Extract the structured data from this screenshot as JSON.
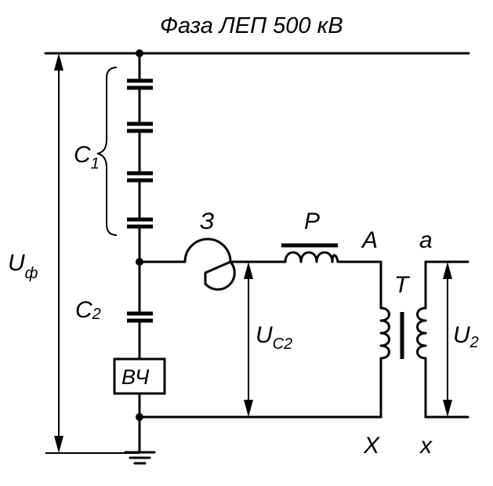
{
  "diagram": {
    "title": "Фаза ЛЕП 500 кВ",
    "labels": {
      "c1_main": "C",
      "c1_sub": "1",
      "c2": "C",
      "c2_sub": "2",
      "u_phase_main": "U",
      "u_phase_sub": "ф",
      "z": "З",
      "r": "Р",
      "a_upper": "A",
      "a_lower": "a",
      "t": "T",
      "uc2_main": "U",
      "uc2_sub": "C2",
      "u2_main": "U",
      "u2_sub": "2",
      "x_upper": "X",
      "x_lower": "x",
      "hf_box": "ВЧ"
    }
  }
}
